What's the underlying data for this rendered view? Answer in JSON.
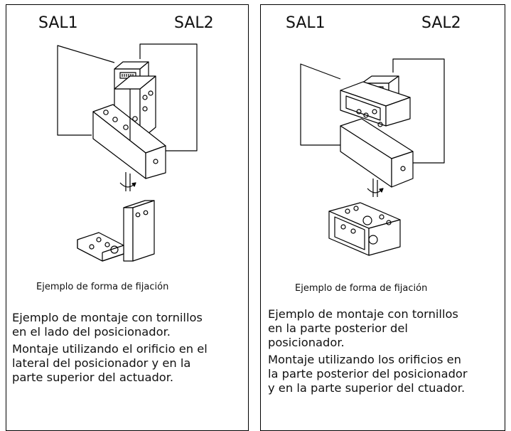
{
  "panels": [
    {
      "label_left": "SAL1",
      "label_right": "SAL2",
      "caption": "Ejemplo de forma de fijación",
      "lines_a": [
        "Ejemplo de montaje con tornillos",
        "en el lado del posicionador."
      ],
      "lines_b": [
        "Montaje utilizando el orificio en el",
        "lateral del posicionador y en la",
        "parte superior del actuador."
      ]
    },
    {
      "label_left": "SAL1",
      "label_right": "SAL2",
      "caption": "Ejemplo de forma de fijación",
      "lines_a": [
        "Ejemplo de montaje con tornillos",
        "en la parte posterior del",
        "posicionador."
      ],
      "lines_b": [
        "Montaje utilizando los orificios en",
        "la parte posterior del posicionador",
        "y en la parte superior del ctuador."
      ]
    }
  ]
}
